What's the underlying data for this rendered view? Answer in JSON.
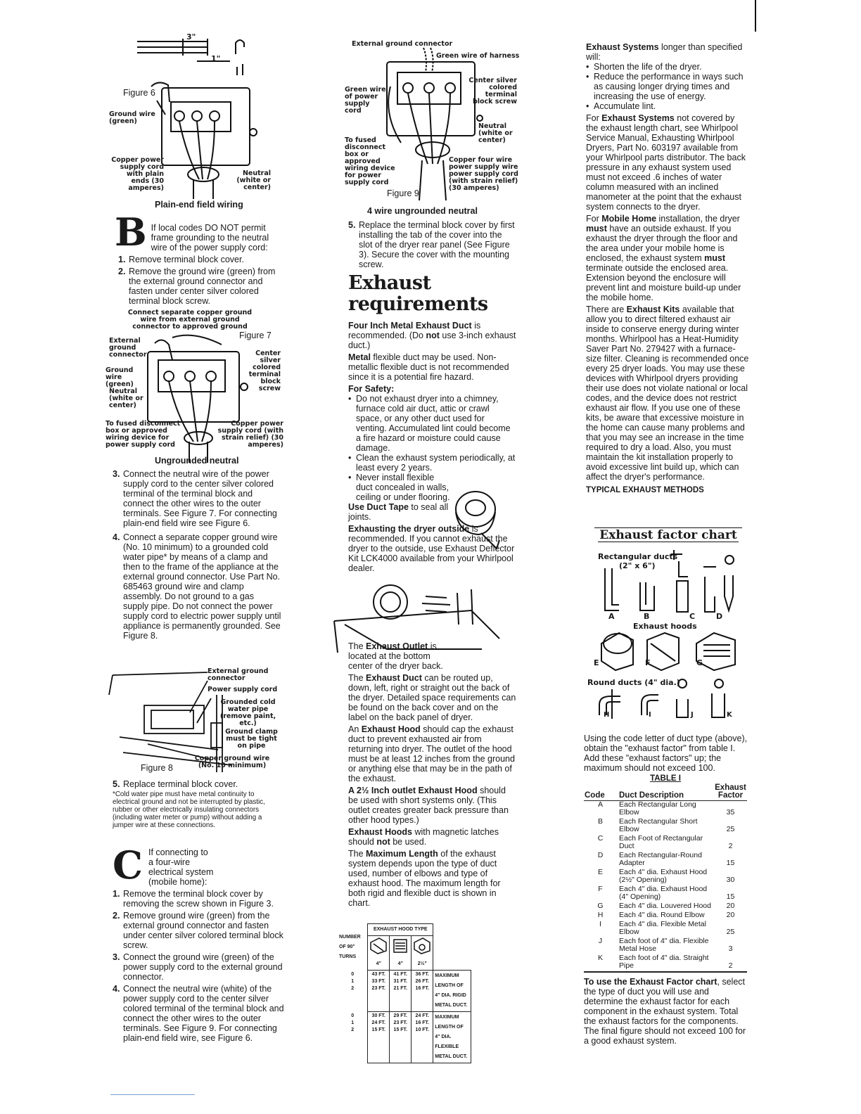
{
  "col1": {
    "fig6": {
      "caption": "Figure 6",
      "dim_a": "3\"",
      "dim_b": "1\"",
      "lbl_ground": "Ground wire (green)",
      "lbl_copper": "Copper power supply cord with plain ends (30 amperes)",
      "lbl_neutral": "Neutral (white or center)",
      "title": "Plain-end field wiring"
    },
    "sectionB": {
      "letter": "B",
      "intro": "If local codes DO NOT permit frame grounding to the neutral wire of the power supply cord:",
      "steps": [
        {
          "n": "1.",
          "t": "Remove terminal block cover."
        },
        {
          "n": "2.",
          "t": "Remove the ground wire (green) from the external ground connector and fasten under center silver colored terminal block screw."
        }
      ]
    },
    "fig7": {
      "top": "Connect separate copper ground wire from external ground connector to approved ground",
      "caption": "Figure 7",
      "lbl_ext": "External ground connector",
      "lbl_ground": "Ground wire (green)",
      "lbl_neutral": "Neutral (white or center)",
      "lbl_center": "Center silver colored terminal block screw",
      "lbl_fused": "To fused disconnect box or approved wiring device for power supply cord",
      "lbl_copper": "Copper power supply cord (with strain relief) (30 amperes)",
      "title": "Ungrounded neutral"
    },
    "steps2": [
      {
        "n": "3.",
        "t": "Connect the neutral wire of the power supply cord to the center silver colored terminal of the terminal block and connect the other wires to the outer terminals. See Figure 7. For connecting plain-end field wire see Figure 6."
      },
      {
        "n": "4.",
        "t": "Connect a separate copper ground wire (No. 10 minimum) to a grounded cold water pipe* by means of a clamp and then to the frame of the appliance at the external ground connector. Use Part No. 685463 ground wire and clamp assembly. Do not ground to a gas supply pipe. Do not connect the power supply cord to electric power supply until appliance is permanently grounded. See Figure 8."
      }
    ],
    "fig8": {
      "caption": "Figure 8",
      "lbl_ext": "External ground connector",
      "lbl_power": "Power supply cord",
      "lbl_pipe": "Grounded cold water pipe (remove paint, etc.)",
      "lbl_clamp": "Ground clamp must be tight on pipe",
      "lbl_copper": "Copper ground wire (No. 10 minimum)"
    },
    "step5": {
      "n": "5.",
      "t": "Replace terminal block cover."
    },
    "footnote": "*Cold water pipe must have metal continuity to electrical ground and not be interrupted by plastic, rubber or other electrically insulating connectors (including water meter or pump) without adding a jumper wire at these connections.",
    "sectionC": {
      "letter": "C",
      "intro": "If connecting to a four-wire electrical system (mobile home):",
      "steps": [
        {
          "n": "1.",
          "t": "Remove the terminal block cover by removing the screw shown in Figure 3."
        },
        {
          "n": "2.",
          "t": "Remove ground wire (green) from the external ground connector and fasten under center silver colored terminal block screw."
        },
        {
          "n": "3.",
          "t": "Connect the ground wire (green) of the power supply cord to the external ground connector."
        },
        {
          "n": "4.",
          "t": "Connect the neutral wire (white) of the power supply cord to the center silver colored terminal of the terminal block and connect the other wires to the outer terminals. See Figure 9. For connecting plain-end field wire, see Figure 6."
        }
      ]
    }
  },
  "col2": {
    "fig9": {
      "lbl_ext": "External ground connector",
      "lbl_green_harness": "Green wire of harness",
      "lbl_green_power": "Green wire of power supply cord",
      "lbl_center": "Center silver colored terminal block screw",
      "lbl_neutral": "Neutral (white or center)",
      "lbl_fused": "To fused disconnect box or approved wiring device for power supply cord",
      "lbl_copper": "Copper four wire power supply wire power supply cord (with strain relief) (30 amperes)",
      "caption": "Figure 9",
      "title": "4 wire ungrounded neutral"
    },
    "step5": {
      "n": "5.",
      "t": "Replace the terminal block cover by first installing the tab of the cover into the slot of the dryer rear panel (See Figure 3). Secure the cover with the mounting screw."
    },
    "heading": [
      "Exhaust",
      "requirements"
    ],
    "p1_b": "Four Inch Metal Exhaust Duct",
    "p1": " is recommended. (Do ",
    "p1_b2": "not",
    "p1_end": " use 3-inch exhaust duct.)",
    "p2_b": "Metal",
    "p2": " flexible duct may be used. Non-metallic flexible duct is not recommended since it is a potential fire hazard.",
    "safety": "For Safety:",
    "bullets": [
      "Do not exhaust dryer into a chimney, furnace cold air duct, attic or crawl space, or any other duct used for venting. Accumulated lint could become a fire hazard or moisture could cause damage.",
      "Clean the exhaust system periodically, at least every 2 years.",
      "Never install flexible duct concealed in walls, ceiling or under flooring."
    ],
    "tape_b": "Use Duct Tape",
    "tape": " to seal all joints.",
    "outside_b": "Exhausting the dryer outside",
    "outside": " is recommended. If you cannot exhaust the dryer to the outside, use Exhaust Deflector Kit LCK4000 available from your Whirlpool dealer.",
    "outlet_pre": "The ",
    "outlet_b": "Exhaust Outlet",
    "outlet": " is located at the bottom center of the dryer back.",
    "duct_pre": "The ",
    "duct_b": "Exhaust Duct",
    "duct": " can be routed up, down, left, right or straight out the back of the dryer. Detailed space requirements can be found on the back cover and on the label on the back panel of dryer.",
    "hood_pre": "An ",
    "hood_b": "Exhaust Hood",
    "hood": " should cap the exhaust duct to prevent exhausted air from returning into dryer. The outlet of the hood must be at least 12 inches from the ground or anything else that may be in the path of the exhaust.",
    "h25_b": "A 2½ Inch outlet Exhaust Hood",
    "h25": " should be used with short systems only. (This outlet creates greater back pressure than other hood types.)",
    "mag_b": "Exhaust Hoods",
    "mag": " with magnetic latches should ",
    "mag_b2": "not",
    "mag_end": " be used.",
    "max_pre": "The ",
    "max_b": "Maximum Length",
    "max": " of the exhaust system depends upon the type of duct used, number of elbows and type of exhaust hood. The maximum length for both rigid and flexible duct is shown in chart.",
    "hoodtable": {
      "header": "EXHAUST HOOD TYPE",
      "rowhead": "NUMBER OF 90° TURNS",
      "cols": [
        "4\"",
        "4\"",
        "2½\""
      ],
      "rigid": {
        "rows": [
          [
            "0",
            "43 FT.",
            "41 FT.",
            "36 FT."
          ],
          [
            "1",
            "33 FT.",
            "31 FT.",
            "26 FT."
          ],
          [
            "2",
            "23 FT.",
            "21 FT.",
            "16 FT."
          ]
        ],
        "note": "MAXIMUM LENGTH OF 4\" DIA. RIGID METAL DUCT."
      },
      "flex": {
        "rows": [
          [
            "0",
            "30 FT.",
            "29 FT.",
            "24 FT."
          ],
          [
            "1",
            "24 FT.",
            "23 FT.",
            "16 FT."
          ],
          [
            "2",
            "15 FT.",
            "15 FT.",
            "10 FT."
          ]
        ],
        "note": "MAXIMUM LENGTH OF 4\" DIA. FLEXIBLE METAL DUCT."
      }
    }
  },
  "col3": {
    "p1_b": "Exhaust Systems",
    "p1": " longer than specified will:",
    "bullets": [
      "Shorten the life of the dryer.",
      "Reduce the performance in ways such as causing longer drying times and increasing the use of energy.",
      "Accumulate lint."
    ],
    "p2_pre": "For ",
    "p2_b": "Exhaust Systems",
    "p2": " not covered by the exhaust length chart, see Whirlpool Service Manual, Exhausting Whirlpool Dryers, Part No. 603197 available from your Whirlpool parts distributor. The back pressure in any exhaust system used must not exceed .6 inches of water column measured with an inclined manometer at the point that the exhaust system connects to the dryer.",
    "p3_pre": "For ",
    "p3_b": "Mobile Home",
    "p3_mid": " installation, the dryer ",
    "p3_b2": "must",
    "p3_mid2": " have an outside exhaust. If you exhaust the dryer through the floor and the area under your mobile home is enclosed, the exhaust system ",
    "p3_b3": "must",
    "p3_end": " terminate outside the enclosed area. Extension beyond the enclosure will prevent lint and moisture build-up under the mobile home.",
    "p4_pre": "There are ",
    "p4_b": "Exhaust Kits",
    "p4": " available that allow you to direct filtered exhaust air inside to conserve energy during winter months. Whirlpool has a Heat-Humidity Saver Part No. 279427 with a furnace-size filter. Cleaning is recommended once every 25 dryer loads. You may use these devices with Whirlpool dryers providing their use does not violate national or local codes, and the device does not restrict exhaust air flow. If you use one of these kits, be aware that excessive moisture in the home can cause many problems and that you may see an increase in the time required to dry a load. Also, you must maintain the kit installation properly to avoid excessive lint build up, which can affect the dryer's performance.",
    "typical": "TYPICAL EXHAUST METHODS",
    "chart_title": "Exhaust factor chart",
    "rect_lbl": "Rectangular ducts",
    "rect_dim": "(2\" x 6\")",
    "hoods_lbl": "Exhaust hoods",
    "round_lbl": "Round ducts (4\" dia.)",
    "letters": [
      "A",
      "B",
      "C",
      "D",
      "E",
      "F",
      "G",
      "H",
      "I",
      "J",
      "K"
    ],
    "using": "Using the code letter of duct type (above), obtain the \"exhaust factor\" from table I. Add these \"exhaust factors\" up; the maximum should not exceed 100.",
    "table_title": "TABLE I",
    "th": [
      "Code",
      "Duct Description",
      "Exhaust Factor"
    ],
    "rows": [
      [
        "A",
        "Each Rectangular Long Elbow",
        "35"
      ],
      [
        "B",
        "Each Rectangular Short Elbow",
        "25"
      ],
      [
        "C",
        "Each Foot of Rectangular Duct",
        "2"
      ],
      [
        "D",
        "Each Rectangular-Round Adapter",
        "15"
      ],
      [
        "E",
        "Each 4\" dia. Exhaust Hood (2½\" Opening)",
        "30"
      ],
      [
        "F",
        "Each 4\" dia. Exhaust Hood (4\" Opening)",
        "15"
      ],
      [
        "G",
        "Each 4\" dia. Louvered Hood",
        "20"
      ],
      [
        "H",
        "Each 4\" dia. Round Elbow",
        "20"
      ],
      [
        "I",
        "Each 4\" dia. Flexible Metal Elbow",
        "25"
      ],
      [
        "J",
        "Each foot of 4\" dia. Flexible Metal Hose",
        "3"
      ],
      [
        "K",
        "Each foot of 4\" dia. Straight Pipe",
        "2"
      ]
    ],
    "final_b": "To use the Exhaust Factor chart",
    "final": ", select the type of duct you will use and determine the exhaust factor for each component in the exhaust system. Total the exhaust factors for the components. The final figure should not exceed 100 for a good exhaust system."
  }
}
